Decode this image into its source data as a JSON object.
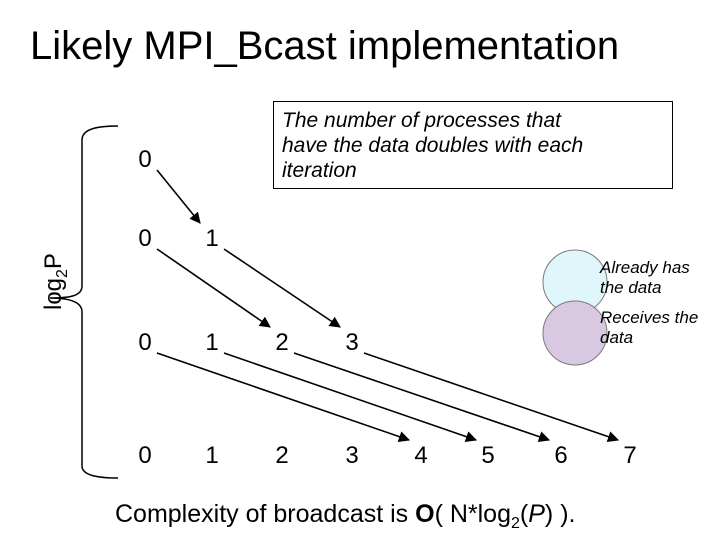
{
  "title": "Likely MPI_Bcast implementation",
  "note": {
    "line1": "The number of processes that",
    "line2": "have the data doubles with each",
    "line3": "iteration"
  },
  "side_label": {
    "base": "log",
    "sub": "2",
    "var": "P"
  },
  "rows": [
    {
      "id": "row-0",
      "nodes": [
        "0"
      ]
    },
    {
      "id": "row-1",
      "nodes": [
        "0",
        "1"
      ]
    },
    {
      "id": "row-2",
      "nodes": [
        "0",
        "1",
        "2",
        "3"
      ]
    },
    {
      "id": "row-3",
      "nodes": [
        "0",
        "1",
        "2",
        "3",
        "4",
        "5",
        "6",
        "7"
      ]
    }
  ],
  "legend": {
    "already": {
      "line1": "Already has",
      "line2": "the data",
      "color": "#dff6fb"
    },
    "receives": {
      "line1": "Receives the",
      "line2": "data",
      "color": "#d9c8e2"
    }
  },
  "footer": {
    "prefix": "Complexity of broadcast is ",
    "big_o": "O",
    "open": "( N*log",
    "sub": "2",
    "arg_open": "(",
    "arg": "P",
    "arg_close": ") )."
  }
}
